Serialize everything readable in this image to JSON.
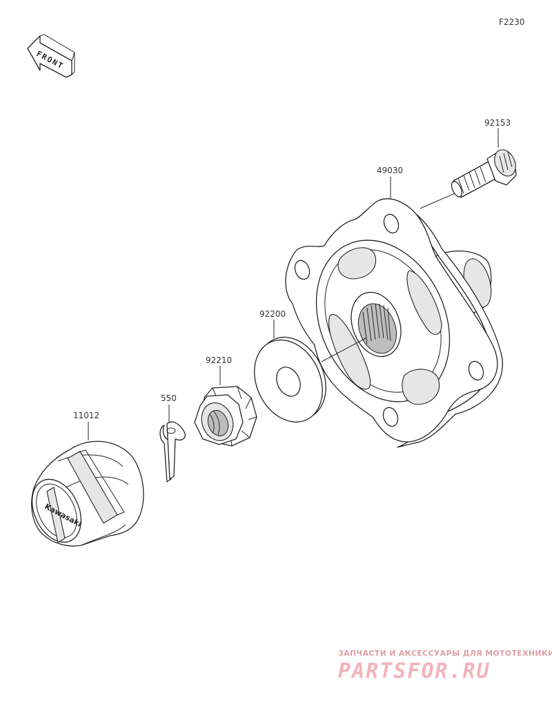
{
  "diagram_code": "F2230",
  "front_label": "FRONT",
  "cap_logo_text": "Kawasaki",
  "parts": [
    {
      "number": "92153"
    },
    {
      "number": "49030"
    },
    {
      "number": "92200"
    },
    {
      "number": "92210"
    },
    {
      "number": "550"
    },
    {
      "number": "11012"
    }
  ],
  "watermark": {
    "tagline": "ЗАПЧАСТИ И АКСЕССУАРЫ ДЛЯ МОТОТЕХНИКИ",
    "brand": "PARTSFOR.RU"
  }
}
